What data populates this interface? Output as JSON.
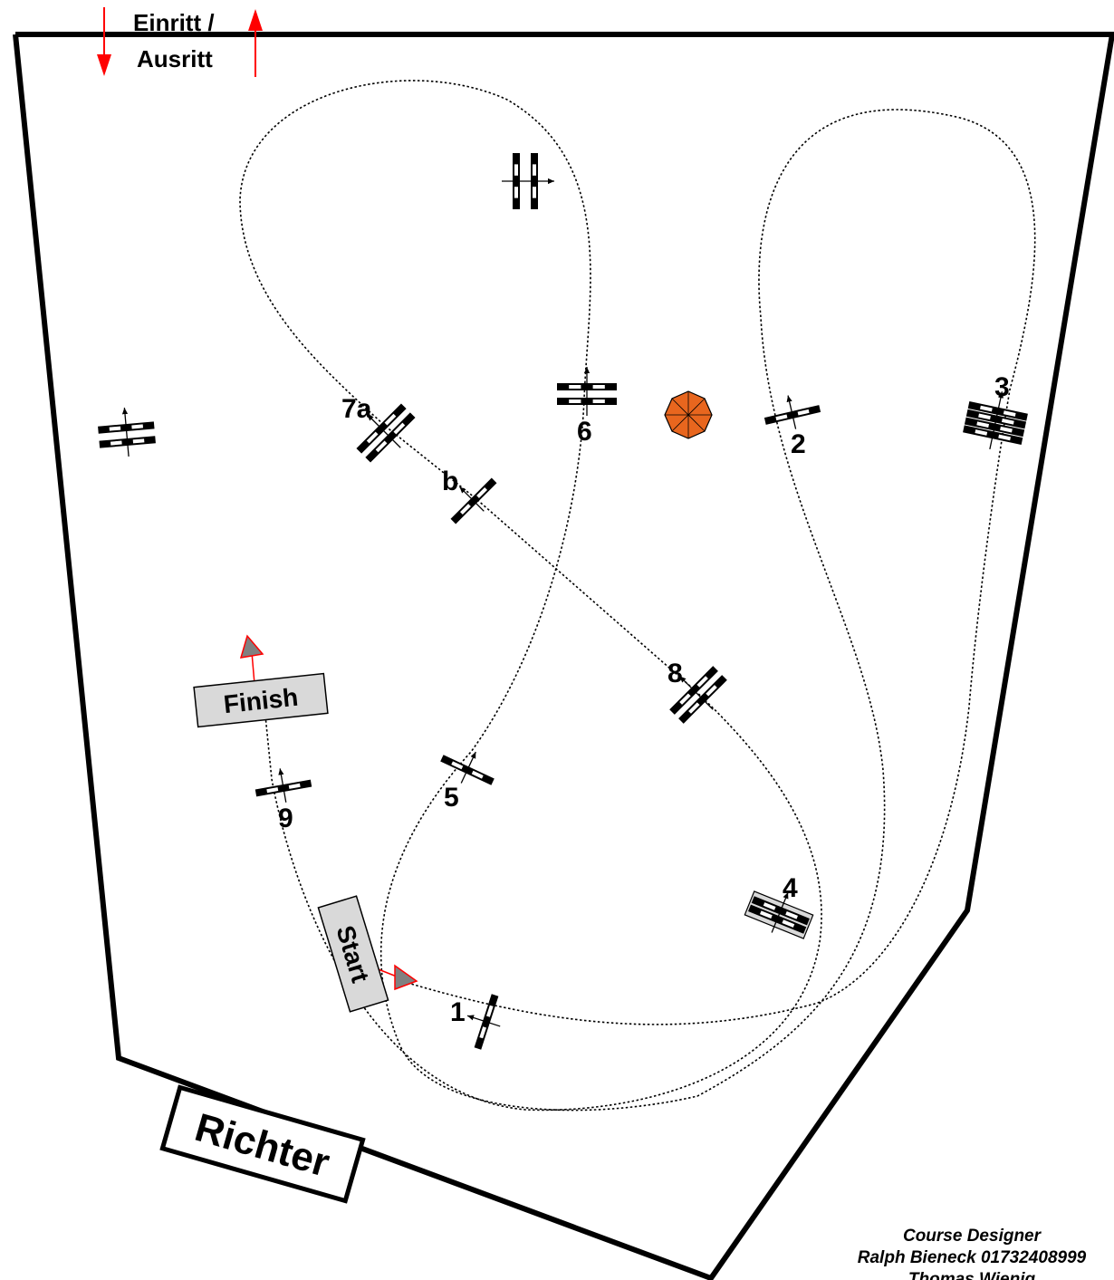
{
  "entrance": {
    "line1": "Einritt /",
    "line2": "Ausritt",
    "arrow_color": "#ff0000"
  },
  "judge_box": {
    "label": "Richter"
  },
  "start_sign": {
    "label": "Start"
  },
  "finish_sign": {
    "label": "Finish"
  },
  "obstacle_labels": {
    "o1": "1",
    "o2": "2",
    "o3": "3",
    "o4": "4",
    "o5": "5",
    "o6": "6",
    "o7a": "7a",
    "o7b": "b",
    "o8": "8",
    "o9": "9"
  },
  "credits": {
    "title": "Course Designer",
    "designer1": "Ralph Bieneck 01732408999",
    "designer2": "Thomas Wienig"
  },
  "colors": {
    "route_line": "#000000",
    "arena_border": "#000000",
    "sign_fill": "#d9d9d9",
    "umbrella_fill": "#e8661e",
    "start_finish_marker": "#808080"
  },
  "icons": [
    "down-arrow-icon",
    "up-arrow-icon",
    "umbrella-icon",
    "jump-icon",
    "direction-arrow-icon"
  ]
}
